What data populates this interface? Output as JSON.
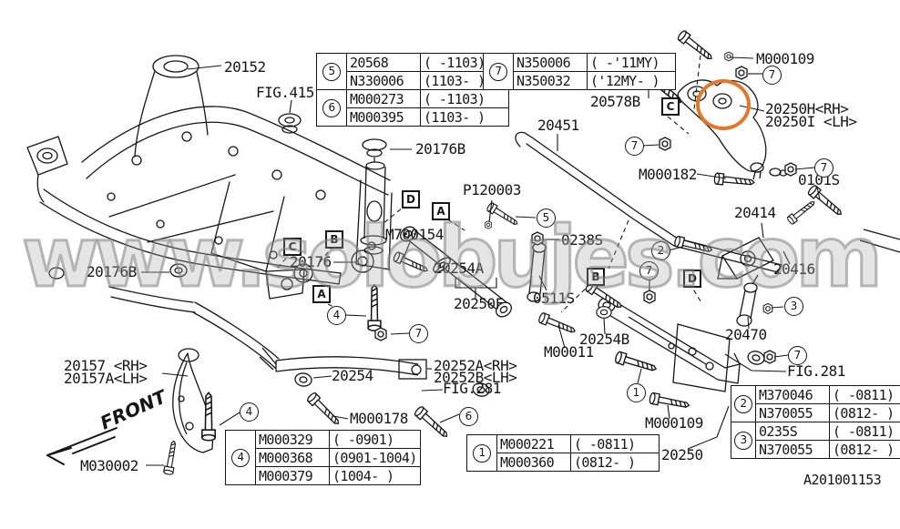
{
  "document": {
    "code": "A201001153",
    "watermark": "www.solobujes.com"
  },
  "colors": {
    "line": "#161616",
    "highlight_circle": "#e2782a",
    "watermark_gray": "#7a7a7a",
    "background": "#ffffff"
  },
  "labels": {
    "p20152": "20152",
    "fig415": "FIG.415",
    "p20176b_top": "20176B",
    "p20176b_left": "20176B",
    "p20176": "20176",
    "p20157_rh": "20157 <RH>",
    "p20157a_lh": "20157A<LH>",
    "m030002": "M030002",
    "front": "FRONT",
    "p20451": "20451",
    "p120003": "P120003",
    "m700154": "M700154",
    "p20254a": "20254A",
    "p20250f": "20250F",
    "p0511s": "0511S",
    "p0238s": "0238S",
    "p20578b": "20578B",
    "m000109_top": "M000109",
    "p20250h_rh": "20250H<RH>",
    "p20250i_lh": "20250I <LH>",
    "m000182": "M000182",
    "p0101s": "0101S",
    "p20414": "20414",
    "p20416": "20416",
    "p20470": "20470",
    "fig281_right": "FIG.281",
    "m00011": "M00011",
    "p20254b": "20254B",
    "m000109_bottom": "M000109",
    "p20250": "20250",
    "p20252a_rh": "20252A<RH>",
    "p20252b_lh": "20252B<LH>",
    "p20254": "20254",
    "fig281_mid": "FIG.281",
    "m000178": "M000178"
  },
  "markers": {
    "n1": "1",
    "n2": "2",
    "n3": "3",
    "n4": "4",
    "n5": "5",
    "n6": "6",
    "n7": "7"
  },
  "boxes": {
    "a": "A",
    "b": "B",
    "c": "C",
    "d": "D"
  },
  "tables": {
    "t56": {
      "groups": [
        {
          "num": "5",
          "rows": [
            {
              "part": "20568",
              "range": "( -1103)"
            },
            {
              "part": "N330006",
              "range": "(1103- )"
            }
          ]
        },
        {
          "num": "6",
          "rows": [
            {
              "part": "M000273",
              "range": "( -1103)"
            },
            {
              "part": "M000395",
              "range": "(1103- )"
            }
          ]
        }
      ]
    },
    "t7": {
      "groups": [
        {
          "num": "7",
          "rows": [
            {
              "part": "N350006",
              "range": "( -'11MY)"
            },
            {
              "part": "N350032",
              "range": "('12MY- )"
            }
          ]
        }
      ]
    },
    "t4": {
      "groups": [
        {
          "num": "4",
          "rows": [
            {
              "part": "M000329",
              "range": "( -0901)"
            },
            {
              "part": "M000368",
              "range": "(0901-1004)"
            },
            {
              "part": "M000379",
              "range": "(1004- )"
            }
          ]
        }
      ]
    },
    "t1": {
      "groups": [
        {
          "num": "1",
          "rows": [
            {
              "part": "M000221",
              "range": "( -0811)"
            },
            {
              "part": "M000360",
              "range": "(0812- )"
            }
          ]
        }
      ]
    },
    "t23": {
      "groups": [
        {
          "num": "2",
          "rows": [
            {
              "part": "M370046",
              "range": "( -0811)"
            },
            {
              "part": "N370055",
              "range": "(0812- )"
            }
          ]
        },
        {
          "num": "3",
          "rows": [
            {
              "part": "0235S",
              "range": "( -0811)"
            },
            {
              "part": "N370055",
              "range": "(0812- )"
            }
          ]
        }
      ]
    }
  }
}
